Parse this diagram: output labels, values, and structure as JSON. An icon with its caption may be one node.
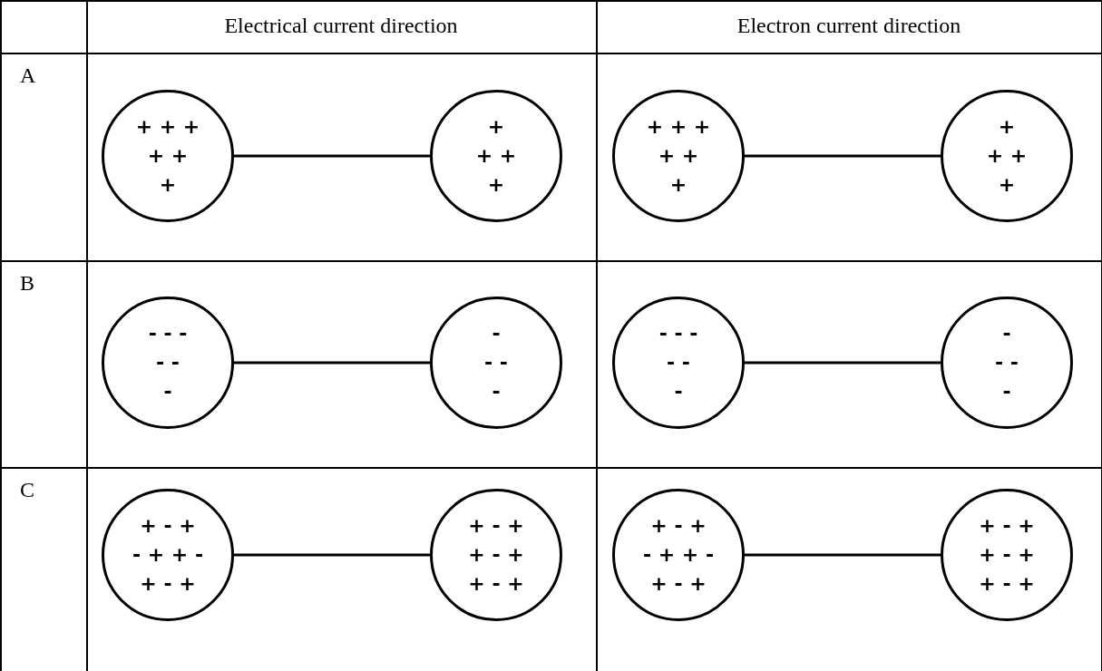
{
  "diagram": {
    "nodes": [
      {
        "text": [
          "+ + +",
          "+ +",
          "+"
        ]
      },
      {
        "text": [
          "+",
          "+ +",
          "+"
        ]
      },
      {
        "text": [
          "+ + +",
          "+ +",
          "+"
        ]
      },
      {
        "text": [
          "+",
          "+ +",
          "+"
        ]
      },
      {
        "text": [
          "- - -",
          "- -",
          "-"
        ]
      },
      {
        "text": [
          "-",
          "- -",
          "-"
        ]
      },
      {
        "text": [
          "- - -",
          "- -",
          "-"
        ]
      },
      {
        "text": [
          "-",
          "- -",
          "-"
        ]
      },
      {
        "text": [
          "+ - +",
          "- + + -",
          "+ - +"
        ]
      },
      {
        "text": [
          "+ - +",
          "+ - +",
          "+ - +"
        ]
      },
      {
        "text": [
          "+ - +",
          "- + + -",
          "+ - +"
        ]
      },
      {
        "text": [
          "+ - +",
          "+ - +",
          "+ - +"
        ]
      }
    ],
    "edges": [
      {
        "from": 0,
        "to": 1,
        "arrow": "none"
      },
      {
        "from": 2,
        "to": 3,
        "arrow": "none"
      },
      {
        "from": 4,
        "to": 5,
        "arrow": "none"
      },
      {
        "from": 6,
        "to": 7,
        "arrow": "none"
      },
      {
        "from": 8,
        "to": 9,
        "arrow": "none"
      },
      {
        "from": 10,
        "to": 11,
        "arrow": "none"
      }
    ],
    "labels": [
      "Electrical current direction",
      "Electron current direction",
      "A",
      "B",
      "C"
    ]
  }
}
